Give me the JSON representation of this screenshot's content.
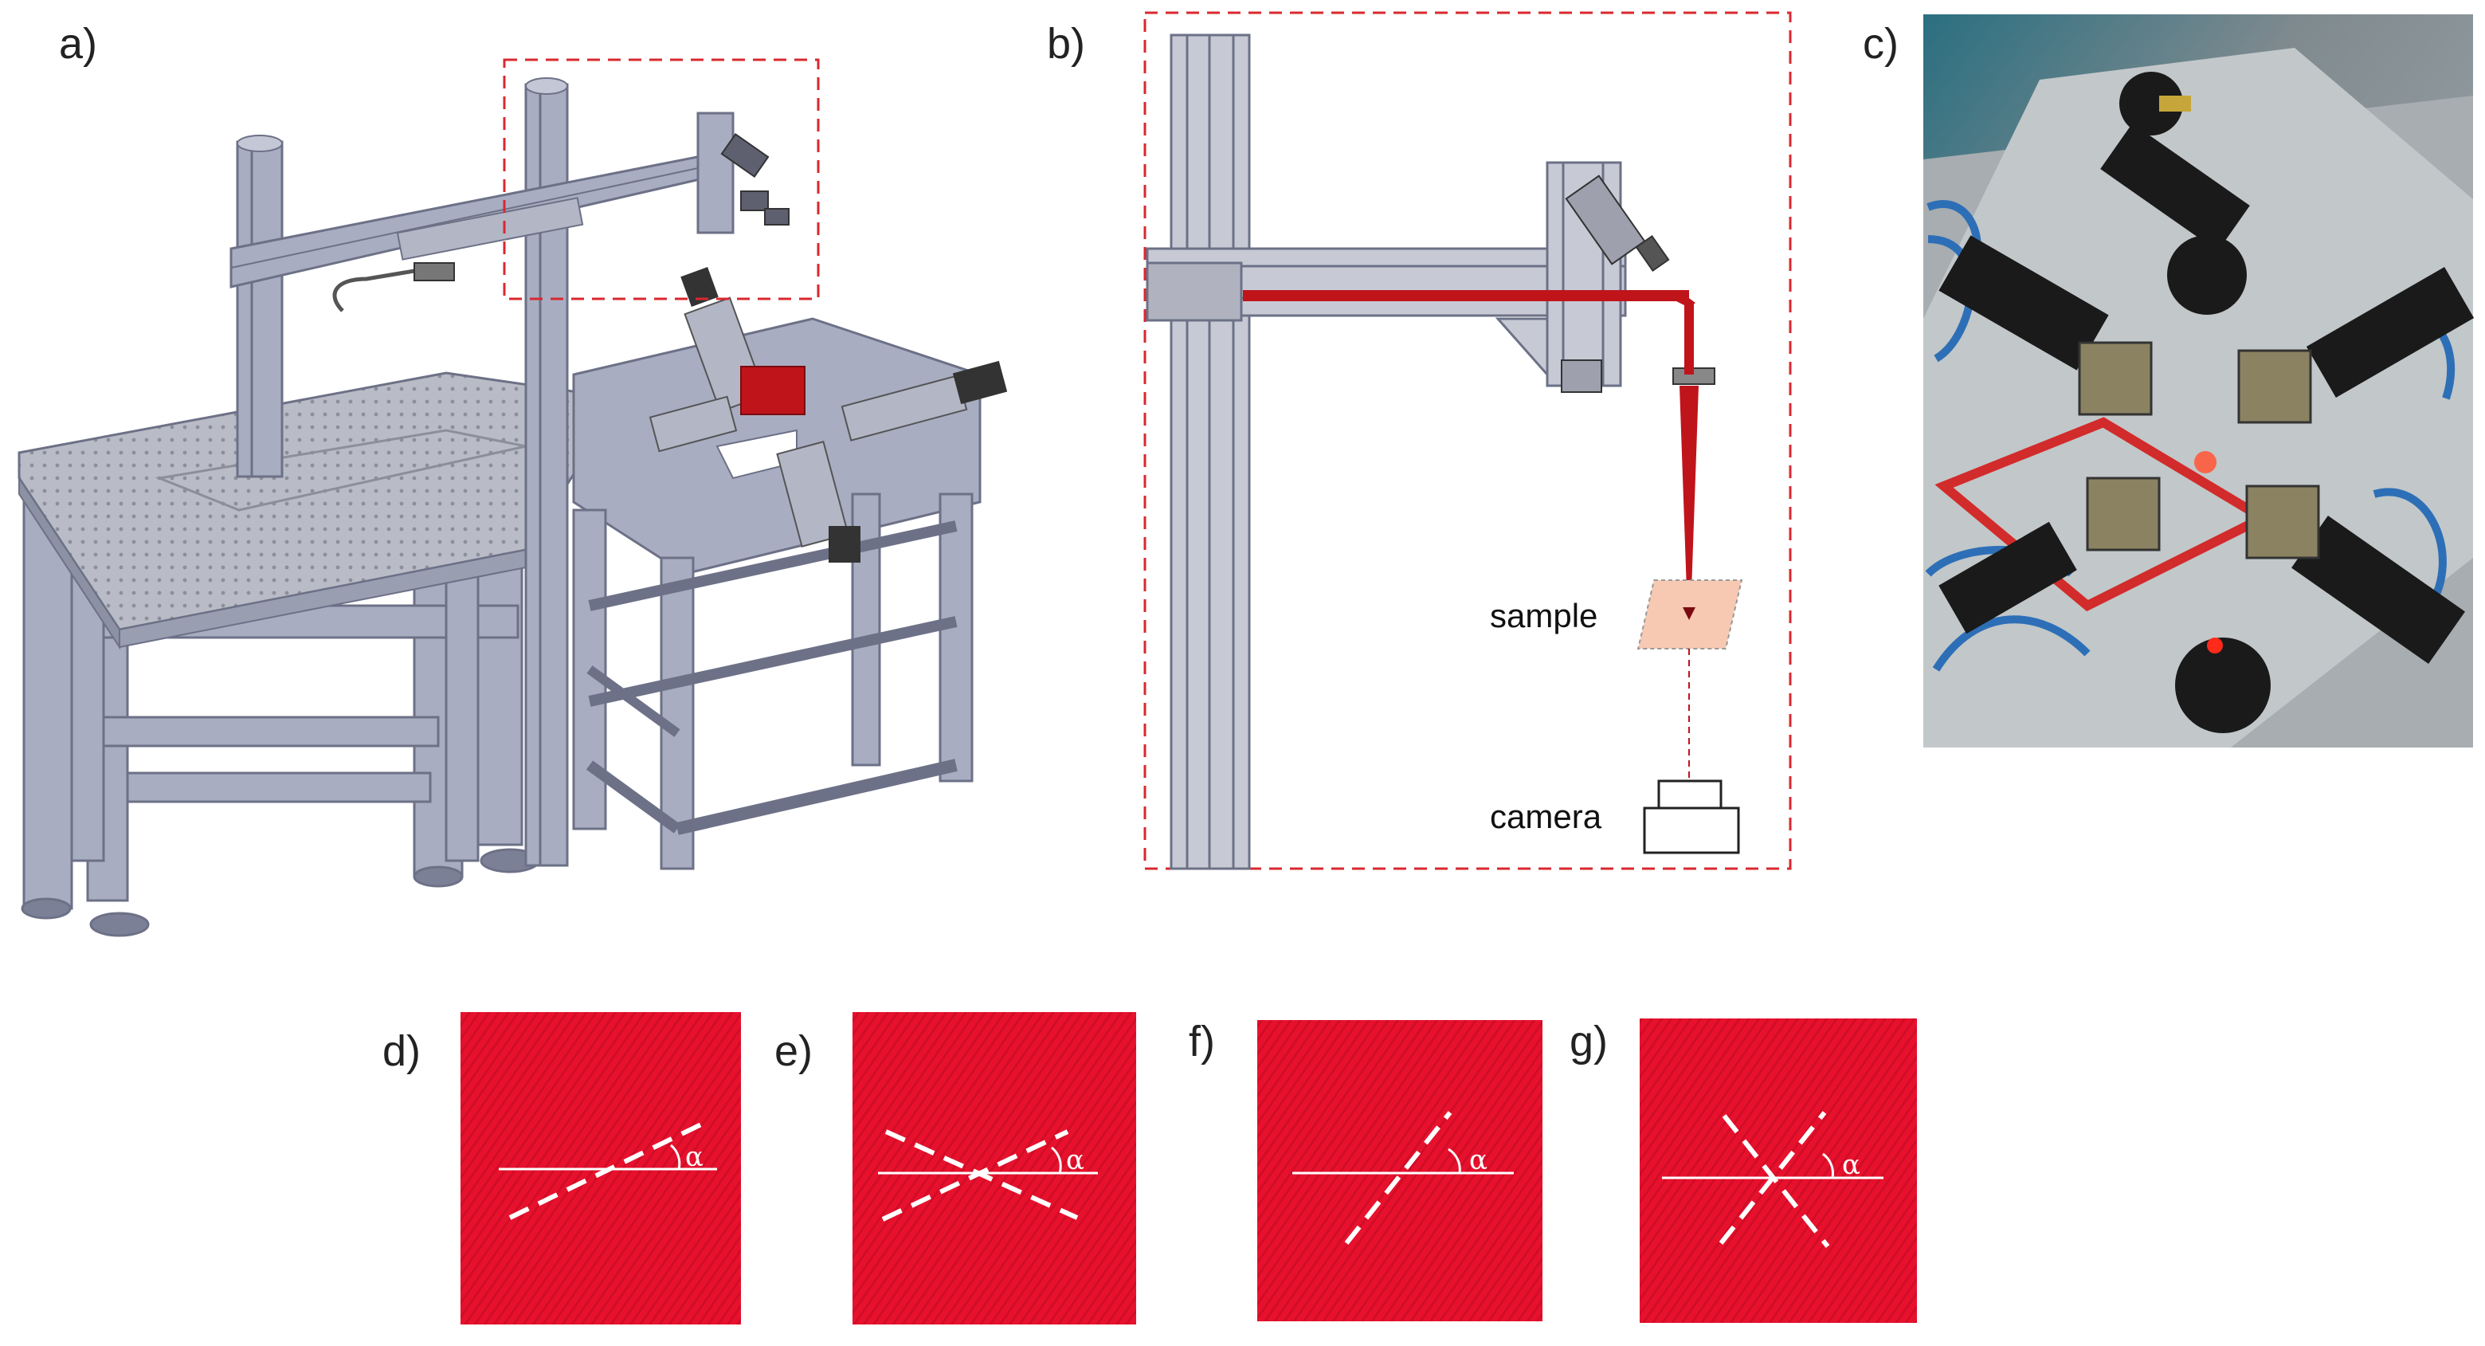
{
  "panels": {
    "a": "a)",
    "b": "b)",
    "c": "c)",
    "d": "d)",
    "e": "e)",
    "f": "f)",
    "g": "g)"
  },
  "labels": {
    "sample": "sample",
    "camera": "camera",
    "alpha": "α"
  },
  "colors": {
    "dashed_box": "#d9282f",
    "laser": "#c0141b",
    "frame": "#a9adc2",
    "frame_dark": "#6d7187",
    "specimen": "#e8112d",
    "sample_fill": "#f7c9b3"
  }
}
